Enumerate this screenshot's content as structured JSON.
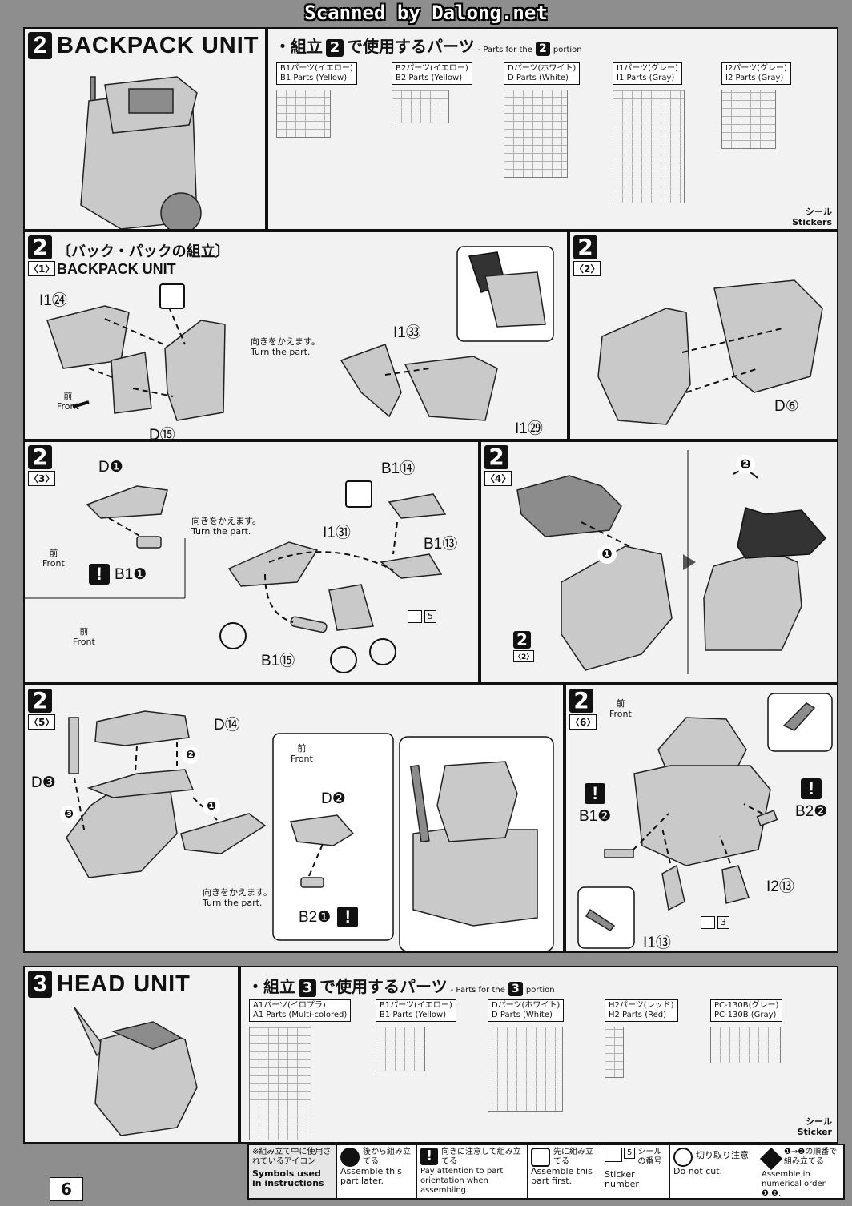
{
  "watermark": "Scanned by Dalong.net",
  "page_number": "6",
  "section2": {
    "number": "2",
    "title": "BACKPACK UNIT",
    "parts_heading_prefix": "・組立",
    "parts_heading_suffix": "で使用するパーツ",
    "parts_heading_en": "- Parts for the",
    "parts_heading_en_suffix": "portion",
    "runners": [
      {
        "jp": "B1パーツ(イエロー)",
        "en": "B1 Parts (Yellow)"
      },
      {
        "jp": "B2パーツ(イエロー)",
        "en": "B2 Parts (Yellow)"
      },
      {
        "jp": "Dパーツ(ホワイト)",
        "en": "D Parts (White)"
      },
      {
        "jp": "I1パーツ(グレー)",
        "en": "I1 Parts (Gray)"
      },
      {
        "jp": "I2パーツ(グレー)",
        "en": "I2 Parts (Gray)"
      }
    ],
    "stickers_jp": "シール",
    "stickers_en": "Stickers"
  },
  "step1": {
    "num": "2",
    "sub": "〈1〉",
    "title_jp": "〔バック・パックの組立〕",
    "title_en": "BACKPACK UNIT",
    "labels": [
      "I1㉔",
      "D⑮",
      "I1㉝",
      "I1㉙"
    ],
    "turn_jp": "向きをかえます。",
    "turn_en": "Turn the part.",
    "front_jp": "前",
    "front_en": "Front"
  },
  "step2": {
    "num": "2",
    "sub": "〈2〉",
    "labels": [
      "D⑥"
    ]
  },
  "step3": {
    "num": "2",
    "sub": "〈3〉",
    "labels": [
      "D❶",
      "B1❶",
      "B1⑭",
      "I1㉛",
      "B1⑬",
      "B1⑮"
    ],
    "turn_jp": "向きをかえます。",
    "turn_en": "Turn the part.",
    "front_jp": "前",
    "front_en": "Front",
    "sticker_no": "5"
  },
  "step4": {
    "num": "2",
    "sub": "〈4〉",
    "ref_num": "2",
    "ref_sub": "〈2〉",
    "order1": "❶",
    "order2": "❷"
  },
  "step5": {
    "num": "2",
    "sub": "〈5〉",
    "labels": [
      "D⑭",
      "D❸",
      "D❷",
      "B2❶"
    ],
    "order1": "❶",
    "order2": "❷",
    "order3": "❸",
    "turn_jp": "向きをかえます。",
    "turn_en": "Turn the part.",
    "front_jp": "前",
    "front_en": "Front"
  },
  "step6": {
    "num": "2",
    "sub": "〈6〉",
    "labels": [
      "B1❷",
      "B2❷",
      "I2⑬",
      "I1⑬"
    ],
    "front_jp": "前",
    "front_en": "Front",
    "sticker_no": "3"
  },
  "section3": {
    "number": "3",
    "title": "HEAD UNIT",
    "parts_heading_prefix": "・組立",
    "parts_heading_suffix": "で使用するパーツ",
    "parts_heading_en": "- Parts for the",
    "parts_heading_en_suffix": "portion",
    "runners": [
      {
        "jp": "A1パーツ(イロプラ)",
        "en": "A1 Parts (Multi-colored)"
      },
      {
        "jp": "B1パーツ(イエロー)",
        "en": "B1 Parts (Yellow)"
      },
      {
        "jp": "Dパーツ(ホワイト)",
        "en": "D Parts (White)"
      },
      {
        "jp": "H2パーツ(レッド)",
        "en": "H2 Parts (Red)"
      },
      {
        "jp": "PC-130B(グレー)",
        "en": "PC-130B (Gray)"
      }
    ],
    "sticker_jp": "シール",
    "sticker_en": "Sticker"
  },
  "legend": {
    "title_jp": "※組み立て中に使用されているアイコン",
    "title_en": "Symbols used in instructions",
    "items": [
      {
        "jp": "後から組み立てる",
        "en": "Assemble this part later."
      },
      {
        "jp": "向きに注意して組み立てる",
        "en": "Pay attention to part orientation when assembling."
      },
      {
        "jp": "先に組み立てる",
        "en": "Assemble this part first."
      },
      {
        "jp": "シールの番号",
        "en": "Sticker number",
        "num": "5"
      },
      {
        "jp": "切り取り注意",
        "en": "Do not cut."
      },
      {
        "jp": "❶→❷の順番で組み立てる",
        "en": "Assemble in numerical order ❶,❷."
      }
    ]
  },
  "colors": {
    "panel": "#f2f2f2",
    "background": "#8e8e8e",
    "ink": "#111111"
  }
}
